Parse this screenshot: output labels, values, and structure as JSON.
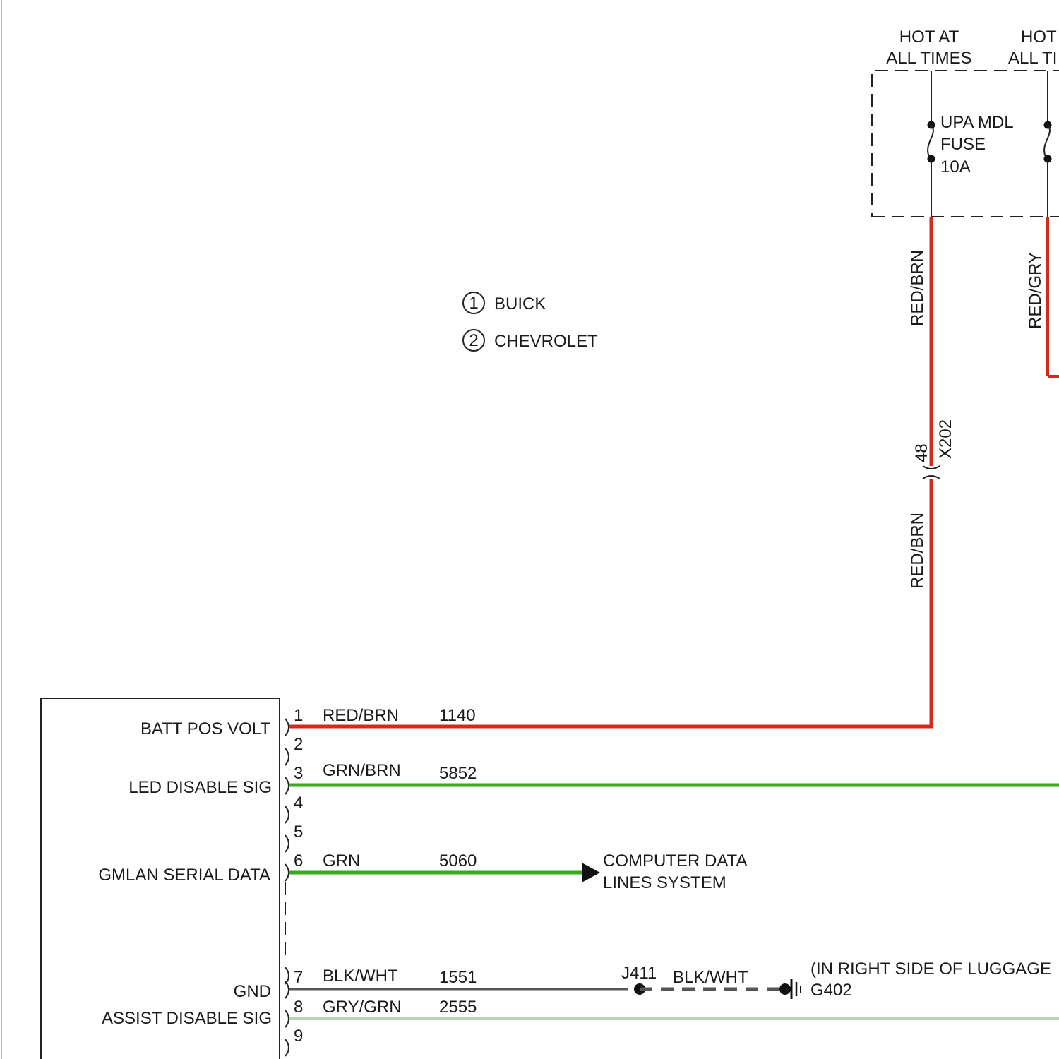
{
  "power": {
    "hot_left_line1": "HOT AT",
    "hot_left_line2": "ALL TIMES",
    "hot_right_line1": "HOT",
    "hot_right_line2": "ALL TI",
    "fuse_line1": "UPA MDL",
    "fuse_line2": "FUSE",
    "fuse_line3": "10A"
  },
  "legend": {
    "item1_num": "1",
    "item1_label": "BUICK",
    "item2_num": "2",
    "item2_label": "CHEVROLET"
  },
  "wires": {
    "vertical_upper": "RED/BRN",
    "vertical_lower": "RED/BRN",
    "right_vertical": "RED/GRY",
    "connector_pin": "48",
    "connector_name": "X202"
  },
  "module": {
    "labels": {
      "batt": "BATT POS VOLT",
      "led": "LED DISABLE SIG",
      "gmlan": "GMLAN SERIAL DATA",
      "gnd": "GND",
      "assist": "ASSIST DISABLE SIG"
    },
    "pins": [
      {
        "num": "1",
        "color": "RED/BRN",
        "circuit": "1140"
      },
      {
        "num": "2",
        "color": "",
        "circuit": ""
      },
      {
        "num": "3",
        "color": "GRN/BRN",
        "circuit": "5852"
      },
      {
        "num": "4",
        "color": "",
        "circuit": ""
      },
      {
        "num": "5",
        "color": "",
        "circuit": ""
      },
      {
        "num": "6",
        "color": "GRN",
        "circuit": "5060"
      },
      {
        "num": "7",
        "color": "BLK/WHT",
        "circuit": "1551"
      },
      {
        "num": "8",
        "color": "GRY/GRN",
        "circuit": "2555"
      },
      {
        "num": "9",
        "color": "",
        "circuit": ""
      }
    ]
  },
  "computer_data": {
    "line1": "COMPUTER DATA",
    "line2": "LINES SYSTEM"
  },
  "ground": {
    "splice": "J411",
    "wire": "BLK/WHT",
    "location": "(IN RIGHT SIDE OF LUGGAGE",
    "name": "G402"
  },
  "colors": {
    "red_wire": "#d42a1e",
    "green_wire": "#3aa81e",
    "black_wire": "#555555",
    "gray_green_wire": "#b9d4b4"
  }
}
